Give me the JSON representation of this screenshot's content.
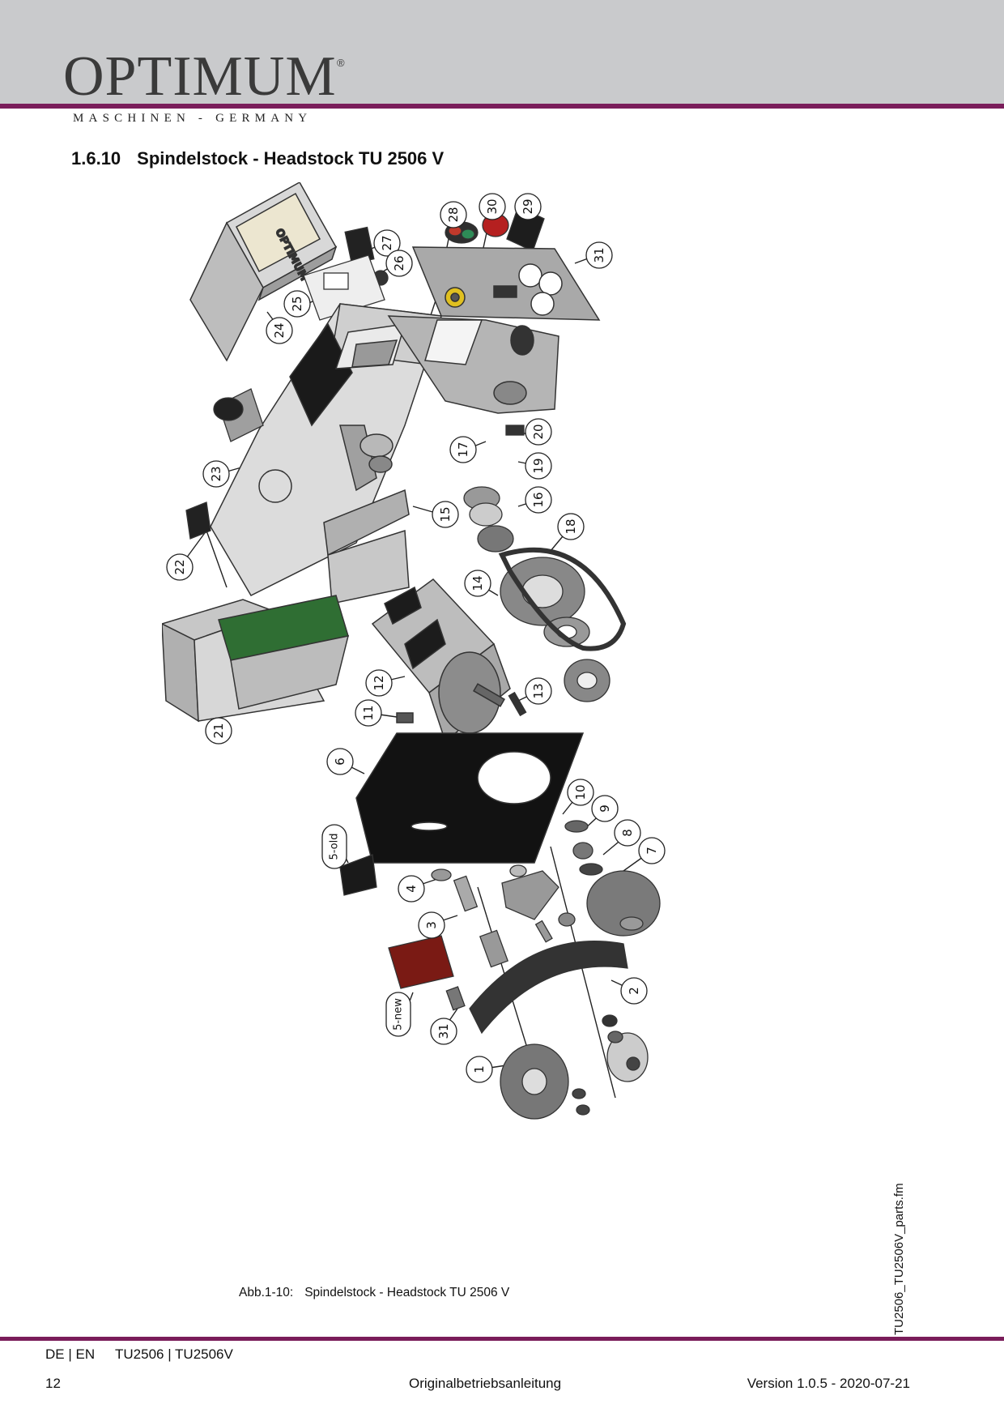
{
  "header": {
    "brand": "OPTIMUM",
    "registered": "®",
    "tagline": "MASCHINEN - GERMANY"
  },
  "section": {
    "number": "1.6.10",
    "title": "Spindelstock - Headstock TU 2506 V"
  },
  "figure": {
    "callouts": [
      "28",
      "30",
      "29",
      "27",
      "26",
      "31",
      "25",
      "24",
      "20",
      "17",
      "19",
      "23",
      "16",
      "15",
      "18",
      "22",
      "14",
      "12",
      "13",
      "11",
      "21",
      "6",
      "10",
      "9",
      "8",
      "7",
      "5-old",
      "4",
      "3",
      "2",
      "5-new",
      "31",
      "1"
    ],
    "caption_label": "Abb.1-10:",
    "caption_text": "Spindelstock - Headstock TU 2506 V",
    "lid_brand": "OPTIMUM"
  },
  "side_note": "TU2506_TU2506V_parts.fm",
  "footer": {
    "lang": "DE | EN",
    "models": "TU2506 | TU2506V",
    "page": "12",
    "doc_type": "Originalbetriebsanleitung",
    "version": "Version 1.0.5 - 2020-07-21"
  }
}
